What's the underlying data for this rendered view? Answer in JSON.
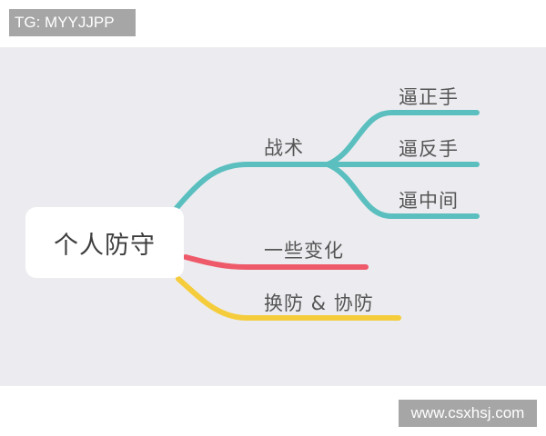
{
  "header_tag": "TG: MYYJJPP",
  "watermark": "www.csxhsj.com",
  "colors": {
    "background": "#ececf0",
    "teal": "#5bbfbf",
    "red": "#ee5a6a",
    "yellow": "#f5cc3c",
    "text": "#555555"
  },
  "mindmap": {
    "root": "个人防守",
    "branches": [
      {
        "label": "战术",
        "color": "#5bbfbf",
        "children": [
          {
            "label": "逼正手"
          },
          {
            "label": "逼反手"
          },
          {
            "label": "逼中间"
          }
        ]
      },
      {
        "label": "一些变化",
        "color": "#ee5a6a",
        "children": []
      },
      {
        "label": "换防 & 协防",
        "color": "#f5cc3c",
        "children": []
      }
    ]
  }
}
